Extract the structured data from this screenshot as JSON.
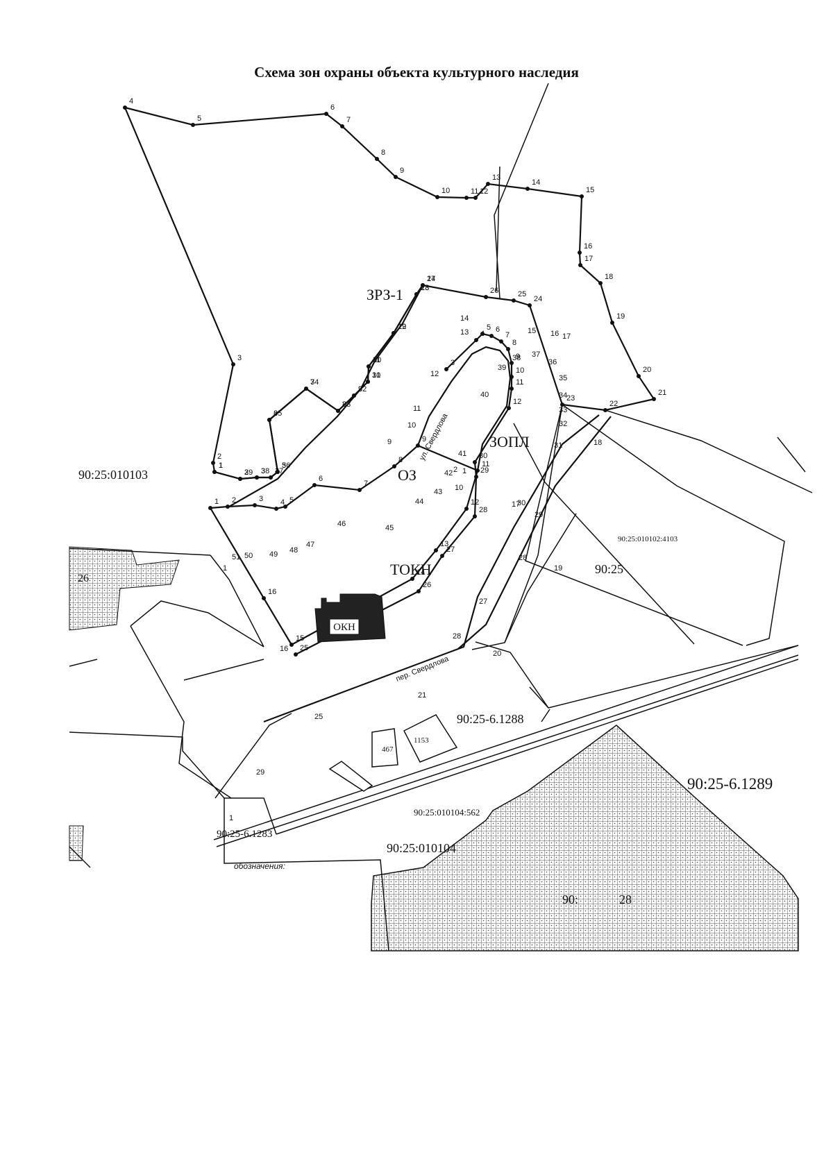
{
  "title": "Схема зон охраны объекта культурного наследия",
  "zones": {
    "zrz": "ЗРЗ-1",
    "oz": "ОЗ",
    "zopl": "ЗОПЛ",
    "tokn": "ТОКН",
    "okn": "ОКН"
  },
  "parcels": {
    "p010103": "90:25:010103",
    "p0101024103": "90:25:010102:4103",
    "p9025": "90:25",
    "p1288": "90:25-6.1288",
    "p1289": "90:25-6.1289",
    "p1283": "90:25-6.1283",
    "p010104562": "90:25:010104:562",
    "p010104": "90:25:010104",
    "p90": "90:",
    "p28": "28",
    "b467": "467",
    "b1153": "1153",
    "p26": "26"
  },
  "streets": {
    "ul": "ул. Свердлова",
    "per": "пер. Свердлова"
  },
  "legend_label": "обозначения:",
  "colors": {
    "ink": "#111111",
    "hatch": "#555555"
  },
  "boundaries": {
    "zrz": {
      "points": [
        [
          180,
          155,
          "4"
        ],
        [
          278,
          180,
          "5"
        ],
        [
          470,
          164,
          "6"
        ],
        [
          493,
          182,
          "7"
        ],
        [
          543,
          229,
          "8"
        ],
        [
          570,
          255,
          "9"
        ],
        [
          630,
          284,
          "10"
        ],
        [
          672,
          285,
          "11"
        ],
        [
          685,
          285,
          "12"
        ],
        [
          703,
          265,
          "13"
        ],
        [
          760,
          272,
          "14"
        ],
        [
          838,
          283,
          "15"
        ],
        [
          835,
          364,
          "16"
        ],
        [
          836,
          382,
          "17"
        ],
        [
          865,
          408,
          "18"
        ],
        [
          882,
          465,
          "19"
        ],
        [
          920,
          542,
          "20"
        ],
        [
          942,
          575,
          "21"
        ],
        [
          872,
          591,
          "22"
        ],
        [
          810,
          583,
          "23"
        ],
        [
          763,
          440,
          "24"
        ],
        [
          740,
          433,
          "25"
        ],
        [
          700,
          428,
          "26"
        ],
        [
          609,
          411,
          "27"
        ],
        [
          600,
          424,
          "28"
        ],
        [
          567,
          480,
          "29"
        ],
        [
          531,
          528,
          "30"
        ],
        [
          530,
          550,
          "31"
        ],
        [
          510,
          570,
          "32"
        ],
        [
          487,
          592,
          "33"
        ],
        [
          441,
          560,
          "34"
        ],
        [
          388,
          605,
          "35"
        ],
        [
          400,
          680,
          "36"
        ],
        [
          390,
          688,
          "37"
        ],
        [
          370,
          688,
          "38"
        ],
        [
          346,
          690,
          "39"
        ],
        [
          309,
          680,
          "1"
        ],
        [
          307,
          667,
          "2"
        ],
        [
          336,
          525,
          "3"
        ]
      ],
      "closed": true
    },
    "oz_outer": {
      "points": [
        [
          609,
          411,
          "14"
        ],
        [
          600,
          424,
          "13"
        ],
        [
          567,
          480,
          "12"
        ],
        [
          531,
          528,
          "11"
        ],
        [
          530,
          550,
          "10"
        ],
        [
          510,
          570,
          "9"
        ],
        [
          487,
          592,
          "8"
        ],
        [
          441,
          560,
          "7"
        ],
        [
          388,
          605,
          "6"
        ],
        [
          400,
          680,
          "5"
        ],
        [
          390,
          688,
          "4"
        ],
        [
          370,
          688,
          "3"
        ],
        [
          346,
          690,
          "2"
        ],
        [
          309,
          680,
          "1"
        ]
      ],
      "closed": false
    },
    "tokn": {
      "points": [
        [
          303,
          732,
          "1"
        ],
        [
          328,
          730,
          "2"
        ],
        [
          367,
          728,
          "3"
        ],
        [
          398,
          733,
          "4"
        ],
        [
          411,
          730,
          "5"
        ],
        [
          453,
          699,
          "6"
        ],
        [
          518,
          706,
          "7"
        ],
        [
          568,
          672,
          "8"
        ],
        [
          602,
          642,
          "9"
        ],
        [
          688,
          678,
          "11"
        ],
        [
          672,
          733,
          "12"
        ],
        [
          628,
          793,
          "13"
        ],
        [
          594,
          834,
          "14"
        ],
        [
          420,
          929,
          "15"
        ],
        [
          380,
          862,
          "16"
        ]
      ],
      "closed": true
    },
    "zopl": {
      "points": [
        [
          643,
          532,
          "3"
        ],
        [
          686,
          490,
          "4"
        ],
        [
          695,
          481,
          "5"
        ],
        [
          708,
          484,
          "6"
        ],
        [
          722,
          492,
          "7"
        ],
        [
          732,
          503,
          "8"
        ],
        [
          737,
          523,
          "9"
        ],
        [
          737,
          543,
          "10"
        ],
        [
          737,
          560,
          "11"
        ],
        [
          733,
          588,
          "12"
        ],
        [
          684,
          666,
          "30"
        ],
        [
          686,
          687,
          "29"
        ],
        [
          684,
          744,
          "28"
        ],
        [
          637,
          801,
          "27"
        ],
        [
          603,
          852,
          "26"
        ],
        [
          426,
          943,
          "25"
        ]
      ],
      "closed": false
    }
  }
}
